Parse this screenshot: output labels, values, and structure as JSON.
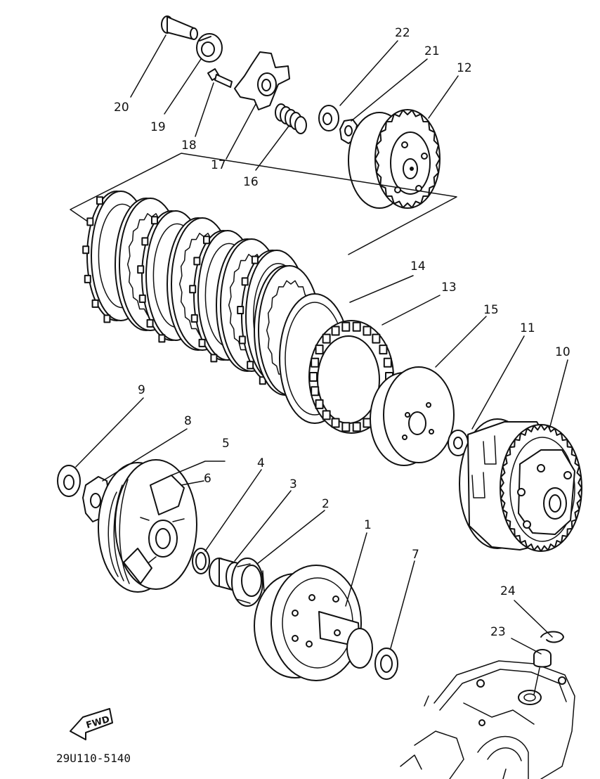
{
  "parts": {
    "p1": "1",
    "p2": "2",
    "p3": "3",
    "p4": "4",
    "p5": "5",
    "p6": "6",
    "p7": "7",
    "p8": "8",
    "p9": "9",
    "p10": "10",
    "p11": "11",
    "p12": "12",
    "p13": "13",
    "p14": "14",
    "p15": "15",
    "p16": "16",
    "p17": "17",
    "p18": "18",
    "p19": "19",
    "p20": "20",
    "p21": "21",
    "p22": "22",
    "p23": "23",
    "p24": "24"
  },
  "fwd_label": "FWD",
  "drawing_code": "29U110-5140"
}
